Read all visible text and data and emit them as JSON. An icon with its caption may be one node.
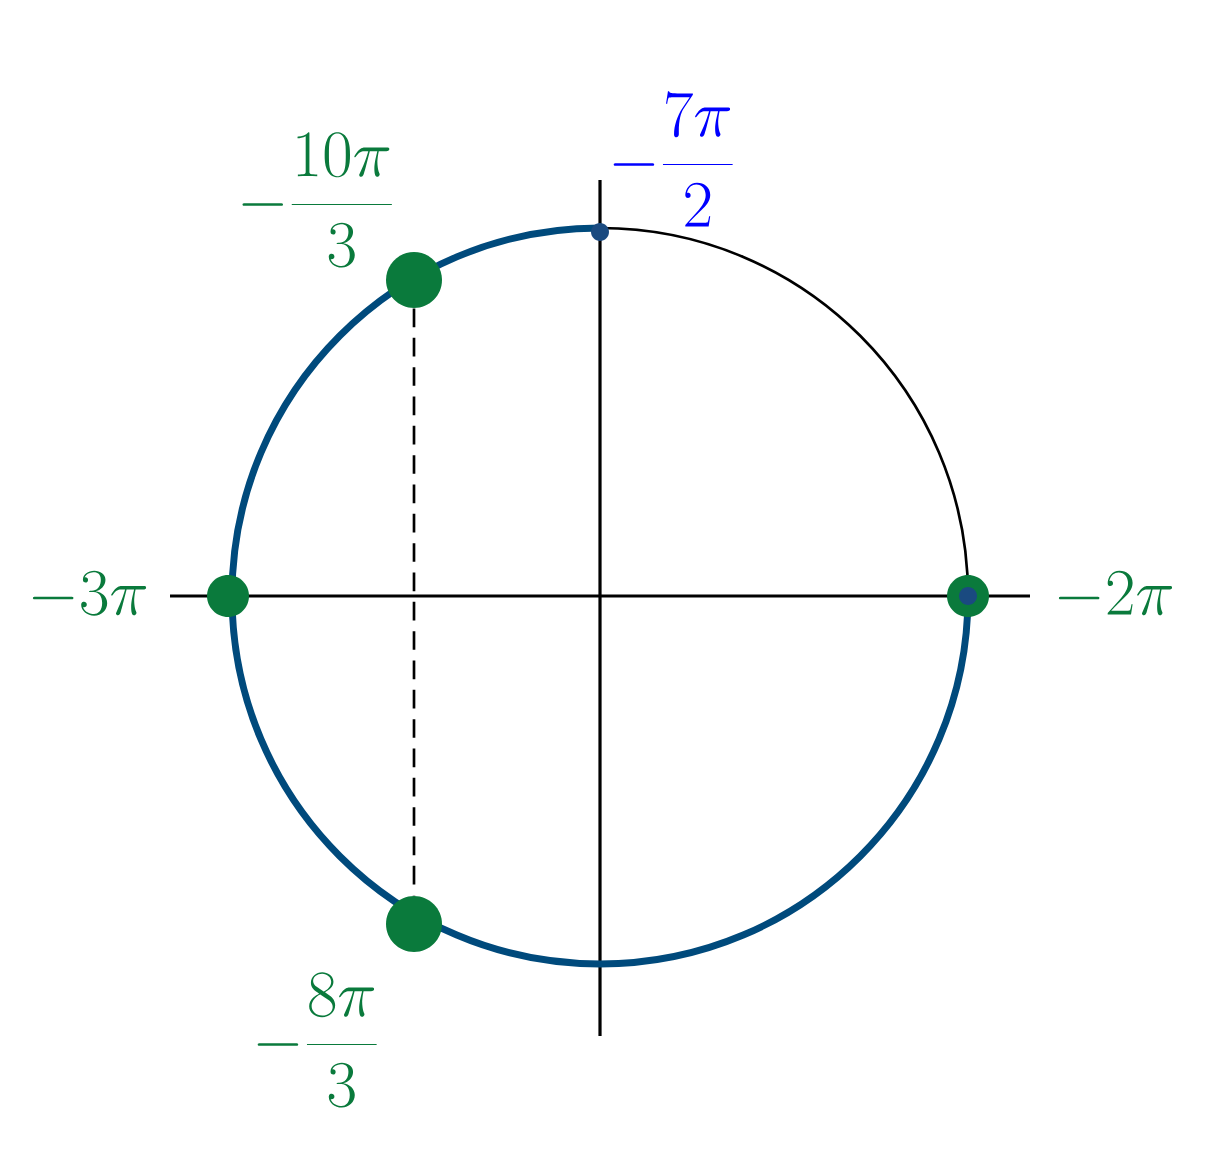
{
  "diagram": {
    "nodes": [
      {
        "text": [],
        "shape": "circle"
      },
      {
        "text": [],
        "shape": "circle"
      }
    ],
    "edges": [
      {
        "from": 0,
        "to": 1,
        "arrow": "none",
        "style": "dashed"
      }
    ],
    "labels": [
      "-\\frac{7\\pi}{2}",
      "-\\frac{10\\pi}{3}",
      "-3\\pi",
      "-2\\pi",
      "-\\frac{8\\pi}{3}"
    ]
  }
}
